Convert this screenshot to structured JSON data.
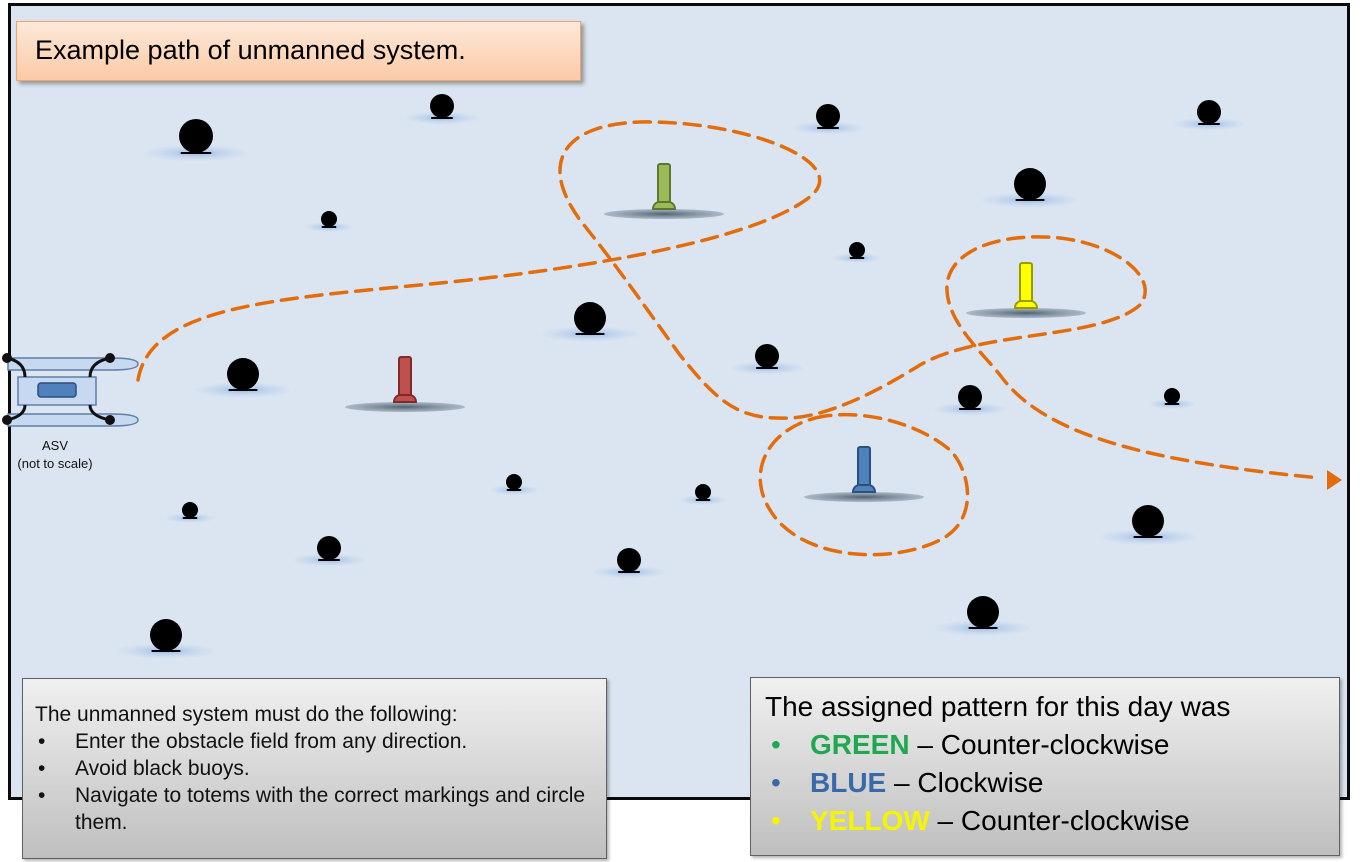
{
  "title": "Example path of unmanned system.",
  "asv": {
    "name": "ASV",
    "scale_note": "(not to scale)"
  },
  "rules": {
    "heading": "The unmanned system must do the following:",
    "items": [
      "Enter the obstacle field from any direction.",
      "Avoid black buoys.",
      "Navigate to totems with the correct markings and circle them."
    ]
  },
  "pattern": {
    "heading": "The assigned pattern for this day was",
    "items": [
      {
        "color_name": "GREEN",
        "separator": " – ",
        "direction": "Counter-clockwise",
        "color": "#1fa84f"
      },
      {
        "color_name": "BLUE",
        "separator": " – ",
        "direction": "Clockwise",
        "color": "#3a69a8"
      },
      {
        "color_name": "YELLOW",
        "separator": " – ",
        "direction": "Counter-clockwise",
        "color": "#f5f500"
      }
    ]
  },
  "colors": {
    "field_background": "#dbe5f1",
    "path": "#e46c0a",
    "totem_red": "#c0504d",
    "totem_green": "#9bbb59",
    "totem_blue": "#4f81bd",
    "totem_yellow": "#ffff00"
  },
  "icons": [
    "black-buoy-icon",
    "totem-icon",
    "asv-boat-icon",
    "path-arrow-icon"
  ]
}
